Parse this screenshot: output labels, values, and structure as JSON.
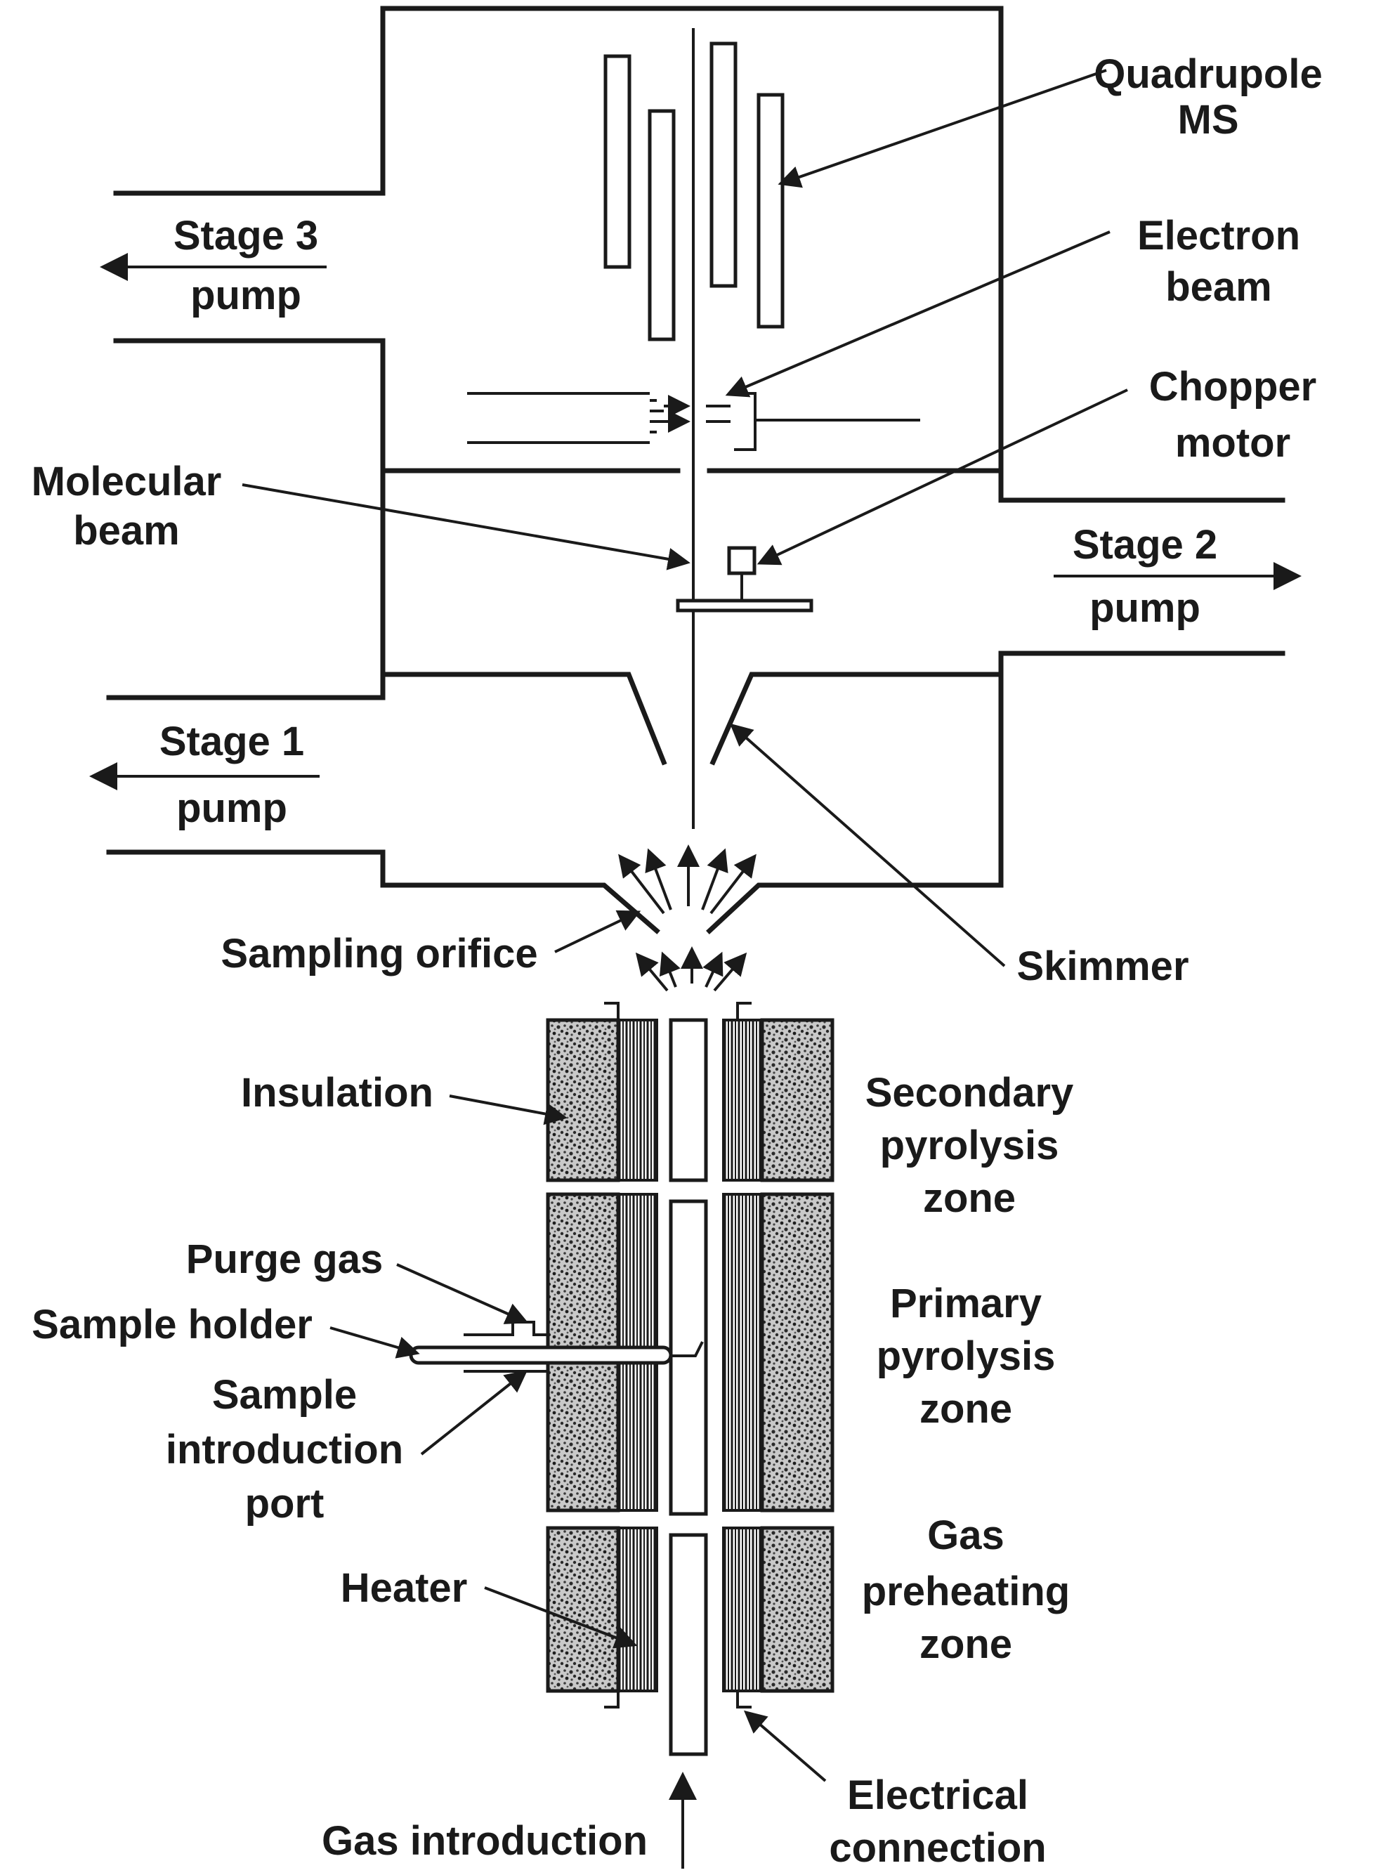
{
  "labels": {
    "quadrupole_ms": [
      "Quadrupole",
      "MS"
    ],
    "electron_beam": [
      "Electron",
      "beam"
    ],
    "chopper_motor": [
      "Chopper",
      "motor"
    ],
    "molecular_beam": [
      "Molecular",
      "beam"
    ],
    "stage3_pump": [
      "Stage 3",
      "pump"
    ],
    "stage2_pump": [
      "Stage 2",
      "pump"
    ],
    "stage1_pump": [
      "Stage 1",
      "pump"
    ],
    "sampling_orifice": "Sampling orifice",
    "skimmer": "Skimmer",
    "insulation": "Insulation",
    "secondary_pyrolysis_zone": [
      "Secondary",
      "pyrolysis",
      "zone"
    ],
    "purge_gas": "Purge gas",
    "sample_holder": "Sample holder",
    "primary_pyrolysis_zone": [
      "Primary",
      "pyrolysis",
      "zone"
    ],
    "sample_introduction_port": [
      "Sample",
      "introduction",
      "port"
    ],
    "heater": "Heater",
    "gas_preheating_zone": [
      "Gas",
      "preheating",
      "zone"
    ],
    "electrical_connection": [
      "Electrical",
      "connection"
    ],
    "gas_introduction": "Gas introduction"
  },
  "colors": {
    "ink": "#1a1a1a",
    "background": "#ffffff",
    "insulation_fill": "#8a8a8a"
  }
}
